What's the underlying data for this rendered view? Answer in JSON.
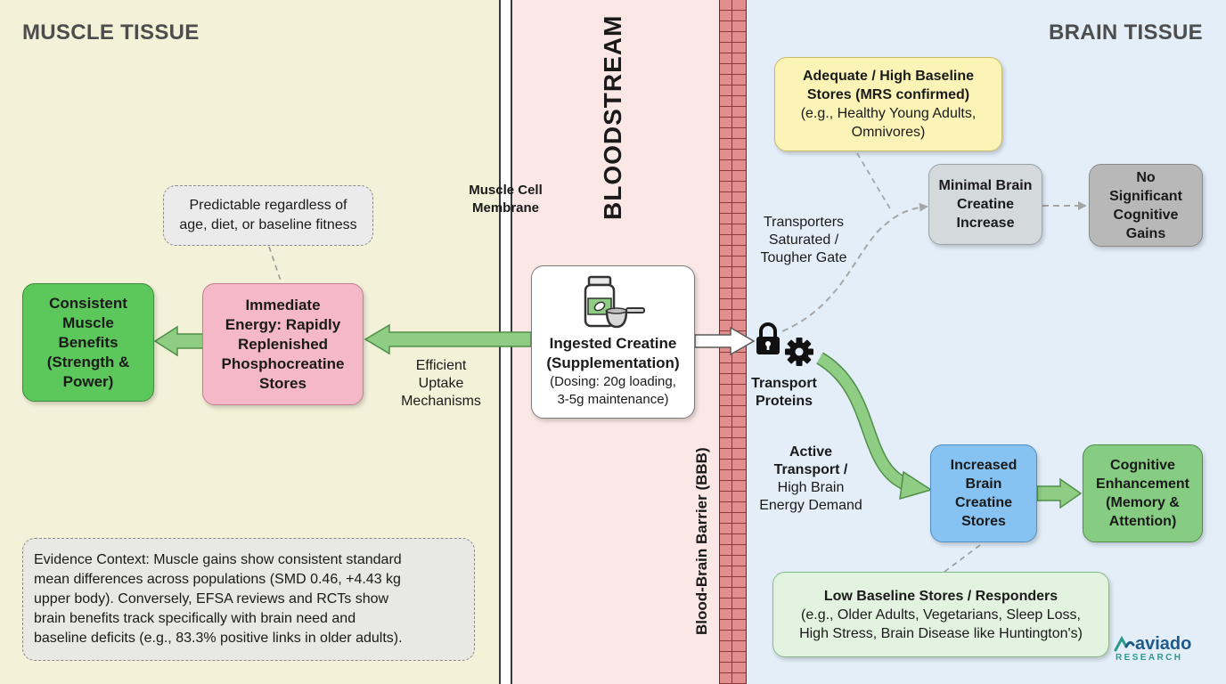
{
  "zones": {
    "muscle_title": "MUSCLE TISSUE",
    "brain_title": "BRAIN TISSUE",
    "bloodstream_title": "BLOODSTREAM",
    "membrane_label_line1": "Muscle Cell",
    "membrane_label_line2": "Membrane",
    "bbb_label": "Blood-Brain Barrier (BBB)"
  },
  "muscle": {
    "note_line1": "Predictable regardless of",
    "note_line2": "age, diet, or baseline fitness",
    "energy_line1": "Immediate",
    "energy_line2": "Energy: Rapidly",
    "energy_line3": "Replenished",
    "energy_line4": "Phosphocreatine",
    "energy_line5": "Stores",
    "benefits_line1": "Consistent",
    "benefits_line2": "Muscle",
    "benefits_line3": "Benefits",
    "benefits_line4": "(Strength &",
    "benefits_line5": "Power)",
    "uptake_line1": "Efficient",
    "uptake_line2": "Uptake",
    "uptake_line3": "Mechanisms"
  },
  "center": {
    "title_line1": "Ingested Creatine",
    "title_line2": "(Supplementation)",
    "dosing_line1": "(Dosing: 20g loading,",
    "dosing_line2": "3-5g maintenance)"
  },
  "brain": {
    "transport_line1": "Transport",
    "transport_line2": "Proteins",
    "saturated_line1": "Transporters",
    "saturated_line2": "Saturated /",
    "saturated_line3": "Tougher Gate",
    "active_line1": "Active",
    "active_line2": "Transport /",
    "active_line3": "High Brain",
    "active_line4": "Energy Demand",
    "adequate_line1": "Adequate / High Baseline",
    "adequate_line2": "Stores (MRS confirmed)",
    "adequate_line3": "(e.g., Healthy Young Adults,",
    "adequate_line4": "Omnivores)",
    "minimal_line1": "Minimal Brain",
    "minimal_line2": "Creatine",
    "minimal_line3": "Increase",
    "nogain_line1": "No Significant",
    "nogain_line2": "Cognitive",
    "nogain_line3": "Gains",
    "increased_line1": "Increased",
    "increased_line2": "Brain",
    "increased_line3": "Creatine",
    "increased_line4": "Stores",
    "cognitive_line1": "Cognitive",
    "cognitive_line2": "Enhancement",
    "cognitive_line3": "(Memory &",
    "cognitive_line4": "Attention)",
    "low_line1": "Low Baseline Stores / Responders",
    "low_line2": "(e.g., Older Adults, Vegetarians, Sleep Loss,",
    "low_line3": "High Stress, Brain Disease like Huntington's)"
  },
  "evidence": {
    "line1": "Evidence Context: Muscle gains show consistent standard",
    "line2": "mean differences across populations (SMD 0.46, +4.43 kg",
    "line3": "upper body). Conversely, EFSA reviews and RCTs show",
    "line4": "brain benefits track specifically with brain need and",
    "line5": "baseline deficits (e.g., 83.3% positive links in older adults)."
  },
  "brand": {
    "name": "aviado",
    "sub": "RESEARCH"
  },
  "icons": {
    "supplement": "supplement-bottle-scoop-icon",
    "lock": "padlock-icon",
    "gear": "gear-icon",
    "logo": "aviado-logo-icon"
  },
  "colors": {
    "muscle_bg": "#f3f1d8",
    "blood_bg": "#fbe8e6",
    "brain_bg": "#e3eef9",
    "bbb_brick": "#e38e8e",
    "green_box": "#5cc75a",
    "pink_box": "#f5b8c8",
    "yellow_box": "#fbf4b6",
    "gray_box": "#d4d9dc",
    "dark_gray_box": "#b8b8b8",
    "blue_box": "#86c2f2",
    "light_green_box": "#86cc82",
    "arrow_green": "#8fcc84"
  }
}
